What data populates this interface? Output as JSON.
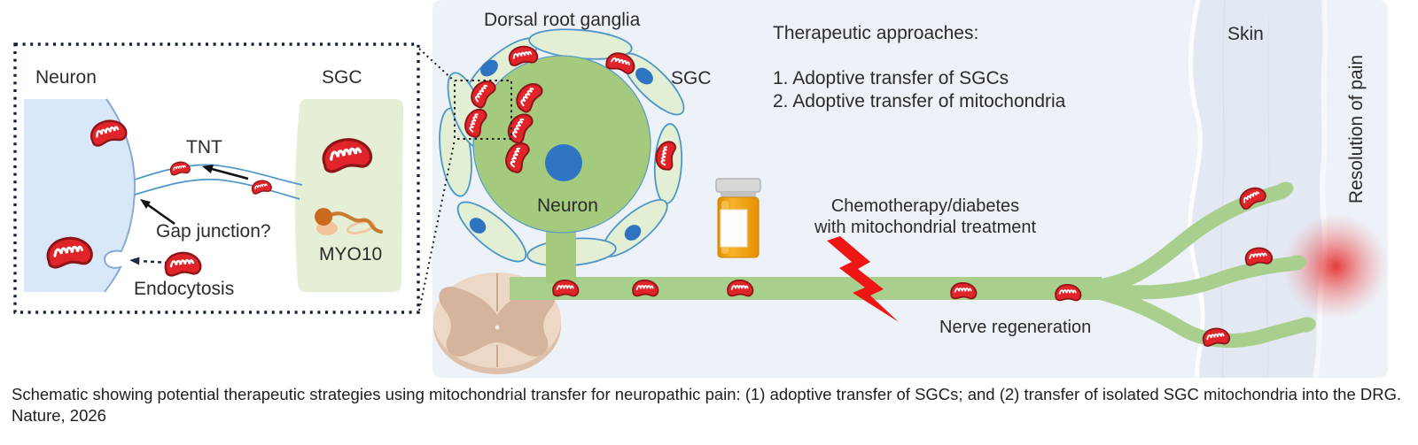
{
  "figure": {
    "inset": {
      "neuron_label": "Neuron",
      "sgc_label": "SGC",
      "tnt_label": "TNT",
      "gap_junction_label": "Gap junction?",
      "endocytosis_label": "Endocytosis",
      "myo10_label": "MYO10"
    },
    "drg": {
      "title": "Dorsal root ganglia",
      "sgc_label": "SGC",
      "neuron_label": "Neuron"
    },
    "therapeutic_approaches": {
      "heading": "Therapeutic approaches:",
      "items": [
        "1. Adoptive transfer of SGCs",
        "2. Adoptive transfer of mitochondria"
      ]
    },
    "treatment": {
      "line1": "Chemotherapy/diabetes",
      "line2": "with mitochondrial treatment"
    },
    "nerve_regeneration_label": "Nerve regeneration",
    "skin_label": "Skin",
    "resolution_of_pain_label": "Resolution of pain"
  },
  "caption": "Schematic showing potential therapeutic strategies using mitochondrial transfer for neuropathic pain: (1) adoptive transfer of SGCs; and (2) transfer of isolated SGC mitochondria into the DRG. Nature, 2026",
  "colors": {
    "panel_bg": "#edf2f8",
    "skin_band": "#e3e9f3",
    "nerve_green": "#a8cf8e",
    "neuron_body_green": "#a3ca7d",
    "sgc_cell_green": "#e3efd4",
    "cell_outline_blue": "#4f96c8",
    "nucleus_blue": "#2e74c0",
    "mitochondria_red": "#e1242a",
    "bolt_red": "#ee1515",
    "bottle_orange": "#f49d0c",
    "spinal_cord_tan": "#ead6c3",
    "inset_neuron_blue": "#d9e8f8",
    "pain_glow_red": "#e62323"
  }
}
